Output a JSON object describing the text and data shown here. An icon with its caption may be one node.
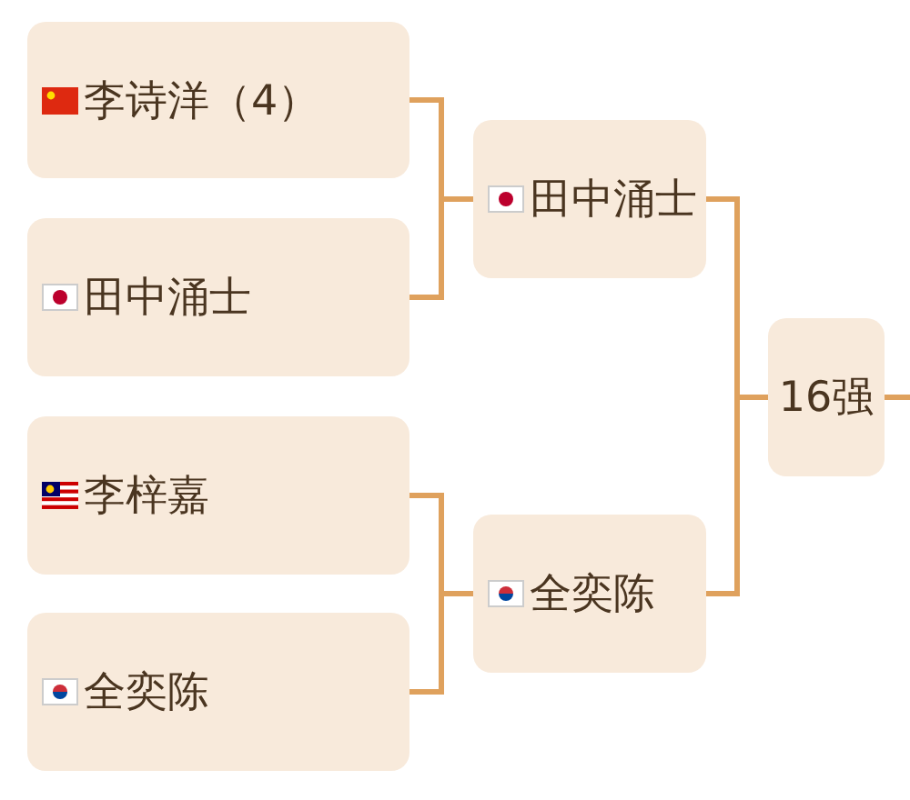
{
  "diagram": {
    "nodes": [
      {
        "text": [
          "李诗洋（4）"
        ]
      },
      {
        "text": [
          "田中涌士"
        ]
      },
      {
        "text": [
          "李梓嘉"
        ]
      },
      {
        "text": [
          "全奕陈"
        ]
      },
      {
        "text": [
          "田中涌士"
        ]
      },
      {
        "text": [
          "全奕陈"
        ]
      },
      {
        "text": [
          "16强"
        ]
      }
    ],
    "edges": [
      {
        "from": 0,
        "to": 4,
        "arrow": "none"
      },
      {
        "from": 1,
        "to": 4,
        "arrow": "none"
      },
      {
        "from": 2,
        "to": 5,
        "arrow": "none"
      },
      {
        "from": 3,
        "to": 5,
        "arrow": "none"
      },
      {
        "from": 4,
        "to": 6,
        "arrow": "none"
      },
      {
        "from": 5,
        "to": 6,
        "arrow": "none"
      },
      {
        "from": 6,
        "to": null,
        "arrow": "none"
      }
    ]
  }
}
